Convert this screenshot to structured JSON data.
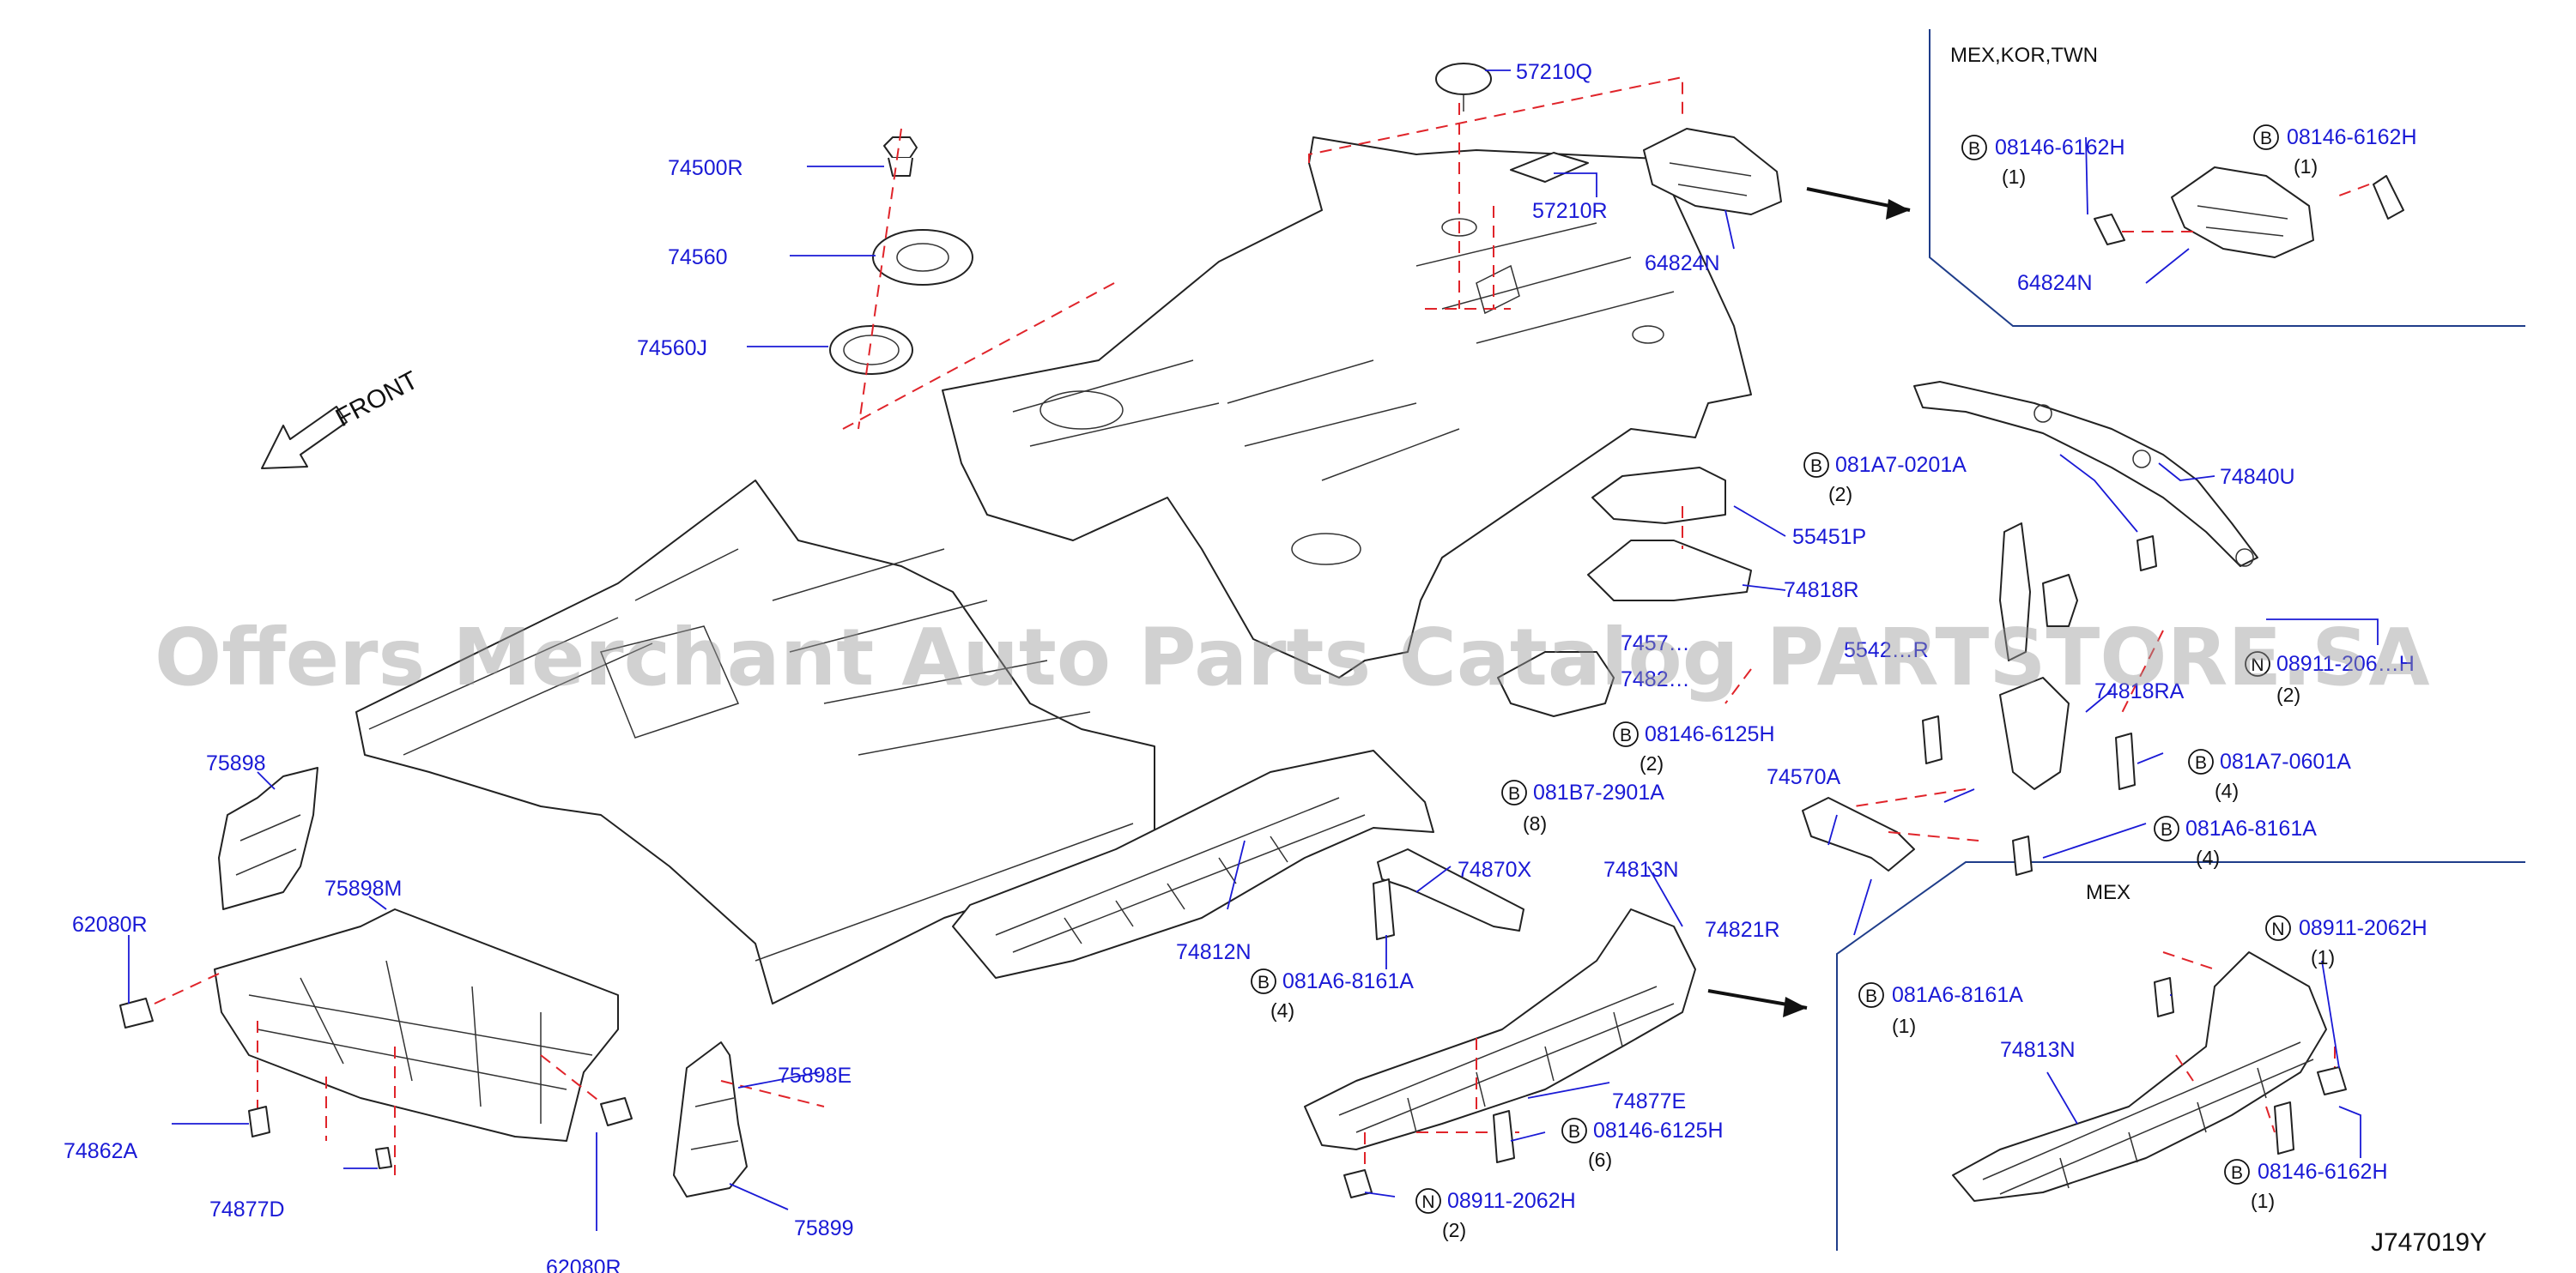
{
  "watermark": "Offers Merchant Auto Parts Catalog PARTSTORE.SA",
  "front_label": "FRONT",
  "diagram_id": "J747019Y",
  "insets": {
    "top": {
      "title": "MEX,KOR,TWN"
    },
    "bottom": {
      "title": "MEX"
    }
  },
  "callouts": {
    "c57210Q": {
      "number": "57210Q"
    },
    "c57210R": {
      "number": "57210R"
    },
    "c64824N": {
      "number": "64824N"
    },
    "c74500R": {
      "number": "74500R"
    },
    "c74560": {
      "number": "74560"
    },
    "c74560J": {
      "number": "74560J"
    },
    "c75898": {
      "number": "75898"
    },
    "c75898M": {
      "number": "75898M"
    },
    "c62080R_l": {
      "number": "62080R"
    },
    "c62080R_b": {
      "number": "62080R"
    },
    "c74862A": {
      "number": "74862A"
    },
    "c74877D": {
      "number": "74877D"
    },
    "c75898E": {
      "number": "75898E"
    },
    "c75899": {
      "number": "75899"
    },
    "c74812N": {
      "number": "74812N"
    },
    "c081A6_a": {
      "prefix": "B",
      "number": "081A6-8161A",
      "qty": "(4)"
    },
    "c74870X": {
      "number": "74870X"
    },
    "c081B7": {
      "prefix": "B",
      "number": "081B7-2901A",
      "qty": "(8)"
    },
    "c74813N": {
      "number": "74813N"
    },
    "c74877E": {
      "number": "74877E"
    },
    "c08146_6": {
      "prefix": "B",
      "number": "08146-6125H",
      "qty": "(6)"
    },
    "c08911_2": {
      "prefix": "N",
      "number": "08911-2062H",
      "qty": "(2)"
    },
    "c081A7_0201": {
      "prefix": "B",
      "number": "081A7-0201A",
      "qty": "(2)"
    },
    "c55451P": {
      "number": "55451P"
    },
    "c74818R": {
      "number": "74818R"
    },
    "c74570_partial": {
      "number": "7457…"
    },
    "c7482_partial": {
      "number": "7482…"
    },
    "c08146_2": {
      "prefix": "B",
      "number": "08146-6125H",
      "qty": "(2)"
    },
    "c74570A": {
      "number": "74570A"
    },
    "c74821R": {
      "number": "74821R"
    },
    "c5542_partial": {
      "number": "5542…R"
    },
    "c74818RA": {
      "number": "74818RA"
    },
    "c74840U": {
      "number": "74840U"
    },
    "c08911_206": {
      "prefix": "N",
      "number": "08911-206…H",
      "qty": "(2)"
    },
    "c081A7_0601": {
      "prefix": "B",
      "number": "081A7-0601A",
      "qty": "(4)"
    },
    "c081A6_b": {
      "prefix": "B",
      "number": "081A6-8161A",
      "qty": "(4)"
    },
    "t08146_a": {
      "prefix": "B",
      "number": "08146-6162H",
      "qty": "(1)"
    },
    "t08146_b": {
      "prefix": "B",
      "number": "08146-6162H",
      "qty": "(1)"
    },
    "t64824N": {
      "number": "64824N"
    },
    "m08911": {
      "prefix": "N",
      "number": "08911-2062H",
      "qty": "(1)"
    },
    "m081A6": {
      "prefix": "B",
      "number": "081A6-8161A",
      "qty": "(1)"
    },
    "m74813N": {
      "number": "74813N"
    },
    "m08146": {
      "prefix": "B",
      "number": "08146-6162H",
      "qty": "(1)"
    }
  }
}
